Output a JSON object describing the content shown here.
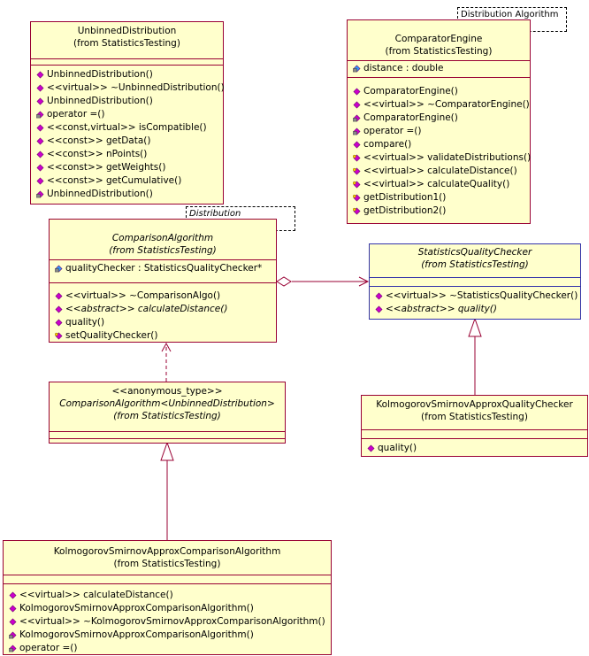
{
  "colors": {
    "fill": "#ffffcc",
    "border": "#990033",
    "interface_border": "#3333aa",
    "member_icon": "#cc00cc",
    "attr_icon": "#3399ff"
  },
  "unbinned": {
    "name": "UnbinnedDistribution",
    "from": "(from StatisticsTesting)",
    "methods": [
      {
        "text": "UnbinnedDistribution()",
        "icon": "public"
      },
      {
        "text": "<<virtual>> ~UnbinnedDistribution()",
        "icon": "public"
      },
      {
        "text": "UnbinnedDistribution()",
        "icon": "public"
      },
      {
        "text": "operator =()",
        "icon": "private"
      },
      {
        "text": "<<const,virtual>> isCompatible()",
        "icon": "public"
      },
      {
        "text": "<<const>> getData()",
        "icon": "public"
      },
      {
        "text": "<<const>> nPoints()",
        "icon": "public"
      },
      {
        "text": "<<const>> getWeights()",
        "icon": "public"
      },
      {
        "text": "<<const>> getCumulative()",
        "icon": "public"
      },
      {
        "text": "UnbinnedDistribution()",
        "icon": "private"
      }
    ]
  },
  "comparator": {
    "template_param": "Distribution Algorithm",
    "name": "ComparatorEngine",
    "from": "(from StatisticsTesting)",
    "attributes": [
      {
        "text": "distance : double",
        "icon": "private-attr"
      }
    ],
    "methods": [
      {
        "text": "ComparatorEngine()",
        "icon": "public"
      },
      {
        "text": "<<virtual>> ~ComparatorEngine()",
        "icon": "public"
      },
      {
        "text": "ComparatorEngine()",
        "icon": "private"
      },
      {
        "text": "operator =()",
        "icon": "private"
      },
      {
        "text": "compare()",
        "icon": "public"
      },
      {
        "text": "<<virtual>> validateDistributions()",
        "icon": "protected"
      },
      {
        "text": "<<virtual>> calculateDistance()",
        "icon": "protected"
      },
      {
        "text": "<<virtual>> calculateQuality()",
        "icon": "protected"
      },
      {
        "text": "getDistribution1()",
        "icon": "protected"
      },
      {
        "text": "getDistribution2()",
        "icon": "protected"
      }
    ]
  },
  "comparison": {
    "template_param": "Distribution",
    "name": "ComparisonAlgorithm",
    "from": "(from StatisticsTesting)",
    "attributes": [
      {
        "text": "qualityChecker : StatisticsQualityChecker*",
        "icon": "private-attr"
      }
    ],
    "methods": [
      {
        "text": "<<virtual>> ~ComparisonAlgo()",
        "icon": "public",
        "italic": false
      },
      {
        "text": "<<abstract>> calculateDistance()",
        "icon": "public",
        "italic": true
      },
      {
        "text": "quality()",
        "icon": "public",
        "italic": false
      },
      {
        "text": "setQualityChecker()",
        "icon": "protected",
        "italic": false
      }
    ]
  },
  "checker": {
    "name": "StatisticsQualityChecker",
    "from": "(from StatisticsTesting)",
    "methods": [
      {
        "text": "<<virtual>> ~StatisticsQualityChecker()",
        "icon": "public",
        "italic": false
      },
      {
        "text": "<<abstract>> quality()",
        "icon": "public",
        "italic": true
      }
    ]
  },
  "anon": {
    "stereotype": "<<anonymous_type>>",
    "name": "ComparisonAlgorithm<UnbinnedDistribution>",
    "from": "(from StatisticsTesting)"
  },
  "ks_checker": {
    "name": "KolmogorovSmirnovApproxQualityChecker",
    "from": "(from StatisticsTesting)",
    "methods": [
      {
        "text": "quality()",
        "icon": "public"
      }
    ]
  },
  "ks_algo": {
    "name": "KolmogorovSmirnovApproxComparisonAlgorithm",
    "from": "(from StatisticsTesting)",
    "methods": [
      {
        "text": "<<virtual>> calculateDistance()",
        "icon": "public"
      },
      {
        "text": "KolmogorovSmirnovApproxComparisonAlgorithm()",
        "icon": "public"
      },
      {
        "text": "<<virtual>> ~KolmogorovSmirnovApproxComparisonAlgorithm()",
        "icon": "public"
      },
      {
        "text": "KolmogorovSmirnovApproxComparisonAlgorithm()",
        "icon": "private"
      },
      {
        "text": "operator =()",
        "icon": "private"
      }
    ]
  }
}
